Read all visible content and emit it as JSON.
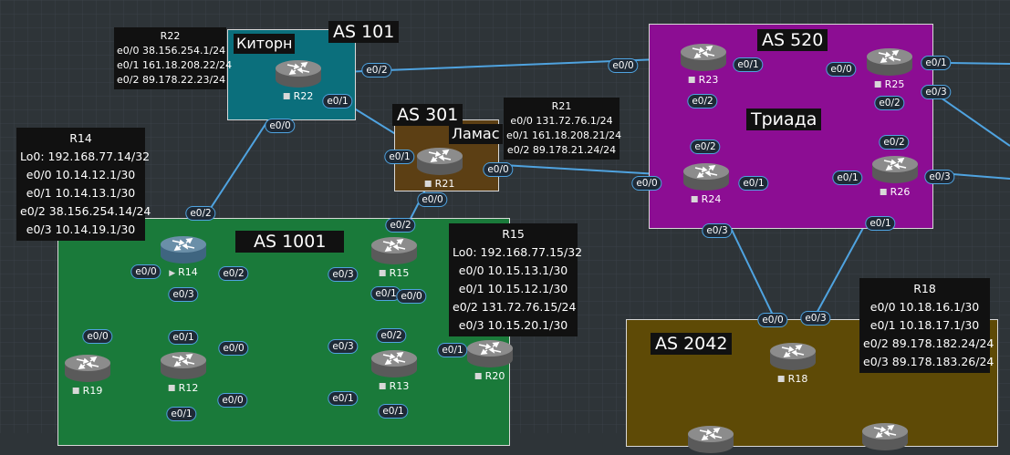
{
  "autonomous_systems": {
    "as101": {
      "title": "AS 101",
      "name": "Киторн",
      "color": "#0b6f7c"
    },
    "as301": {
      "title": "AS 301",
      "name": "Ламас",
      "color": "#5c3f14"
    },
    "as520": {
      "title": "AS 520",
      "name": "Триада",
      "color": "#8c0d93"
    },
    "as1001": {
      "title": "AS 1001",
      "color": "#1a7a3a"
    },
    "as2042": {
      "title": "AS 2042",
      "color": "#5e4a06"
    }
  },
  "info_boxes": {
    "r22": {
      "lines": [
        "R22",
        "e0/0 38.156.254.1/24",
        "e0/1 161.18.208.22/24",
        "e0/2 89.178.22.23/24"
      ]
    },
    "r21": {
      "lines": [
        "R21",
        "e0/0 131.72.76.1/24",
        "e0/1 161.18.208.21/24",
        "e0/2 89.178.21.24/24"
      ]
    },
    "r14": {
      "lines": [
        "R14",
        "Lo0: 192.168.77.14/32",
        "e0/0 10.14.12.1/30",
        "e0/1 10.14.13.1/30",
        "e0/2 38.156.254.14/24",
        "e0/3 10.14.19.1/30"
      ]
    },
    "r15": {
      "lines": [
        "R15",
        "Lo0: 192.168.77.15/32",
        "e0/0 10.15.13.1/30",
        "e0/1 10.15.12.1/30",
        "e0/2 131.72.76.15/24",
        "e0/3 10.15.20.1/30"
      ]
    },
    "r18": {
      "lines": [
        "R18",
        "e0/0 10.18.16.1/30",
        "e0/1 10.18.17.1/30",
        "e0/2  89.178.182.24/24",
        "e0/3 89.178.183.26/24"
      ]
    }
  },
  "routers": [
    {
      "id": "r22",
      "label": "R22",
      "marker": "square"
    },
    {
      "id": "r21",
      "label": "R21",
      "marker": "square"
    },
    {
      "id": "r23",
      "label": "R23",
      "marker": "square"
    },
    {
      "id": "r25",
      "label": "R25",
      "marker": "square"
    },
    {
      "id": "r24",
      "label": "R24",
      "marker": "square"
    },
    {
      "id": "r26",
      "label": "R26",
      "marker": "square"
    },
    {
      "id": "r14",
      "label": "R14",
      "marker": "play"
    },
    {
      "id": "r15",
      "label": "R15",
      "marker": "square"
    },
    {
      "id": "r19",
      "label": "R19",
      "marker": "square"
    },
    {
      "id": "r12",
      "label": "R12",
      "marker": "square"
    },
    {
      "id": "r13",
      "label": "R13",
      "marker": "square"
    },
    {
      "id": "r20",
      "label": "R20",
      "marker": "square"
    },
    {
      "id": "r18",
      "label": "R18",
      "marker": "square"
    }
  ],
  "ports": [
    "e0/2",
    "e0/0",
    "e0/1",
    "e0/0",
    "e0/1",
    "e0/0",
    "e0/0",
    "e0/2",
    "e0/2",
    "e0/2",
    "e0/1",
    "e0/0",
    "e0/1",
    "e0/3",
    "e0/2",
    "e0/0",
    "e0/1",
    "e0/2",
    "e0/2",
    "e0/1",
    "e0/3",
    "e0/3",
    "e0/1",
    "e0/0",
    "e0/3",
    "e0/0",
    "e0/2",
    "e0/3",
    "e0/3",
    "e0/0",
    "e0/1",
    "e0/0",
    "e0/1",
    "e0/0",
    "e0/2",
    "e0/3",
    "e0/1",
    "e0/0",
    "e0/1",
    "e0/1",
    "e0/1"
  ],
  "colors": {
    "link": "#4fa3e0",
    "canvas": "#2e3438",
    "grid": "#3a4147"
  }
}
